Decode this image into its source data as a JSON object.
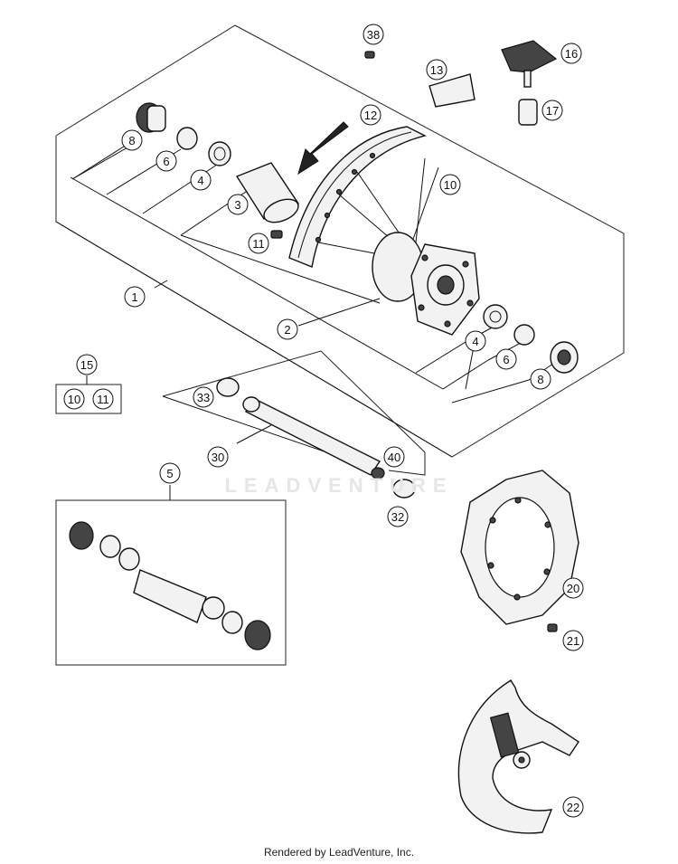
{
  "watermark": "LEADVENTURE",
  "footer": "Rendered by LeadVenture, Inc.",
  "callouts": [
    {
      "id": "38",
      "label": "38"
    },
    {
      "id": "16",
      "label": "16"
    },
    {
      "id": "13",
      "label": "13"
    },
    {
      "id": "17",
      "label": "17"
    },
    {
      "id": "12",
      "label": "12"
    },
    {
      "id": "8a",
      "label": "8"
    },
    {
      "id": "6a",
      "label": "6"
    },
    {
      "id": "4a",
      "label": "4"
    },
    {
      "id": "3",
      "label": "3"
    },
    {
      "id": "10",
      "label": "10"
    },
    {
      "id": "11",
      "label": "11"
    },
    {
      "id": "1",
      "label": "1"
    },
    {
      "id": "2",
      "label": "2"
    },
    {
      "id": "4b",
      "label": "4"
    },
    {
      "id": "6b",
      "label": "6"
    },
    {
      "id": "8b",
      "label": "8"
    },
    {
      "id": "15",
      "label": "15"
    },
    {
      "id": "15-10",
      "label": "10"
    },
    {
      "id": "15-11",
      "label": "11"
    },
    {
      "id": "33",
      "label": "33"
    },
    {
      "id": "30",
      "label": "30"
    },
    {
      "id": "40",
      "label": "40"
    },
    {
      "id": "5",
      "label": "5"
    },
    {
      "id": "32",
      "label": "32"
    },
    {
      "id": "20",
      "label": "20"
    },
    {
      "id": "21",
      "label": "21"
    },
    {
      "id": "22",
      "label": "22"
    }
  ]
}
